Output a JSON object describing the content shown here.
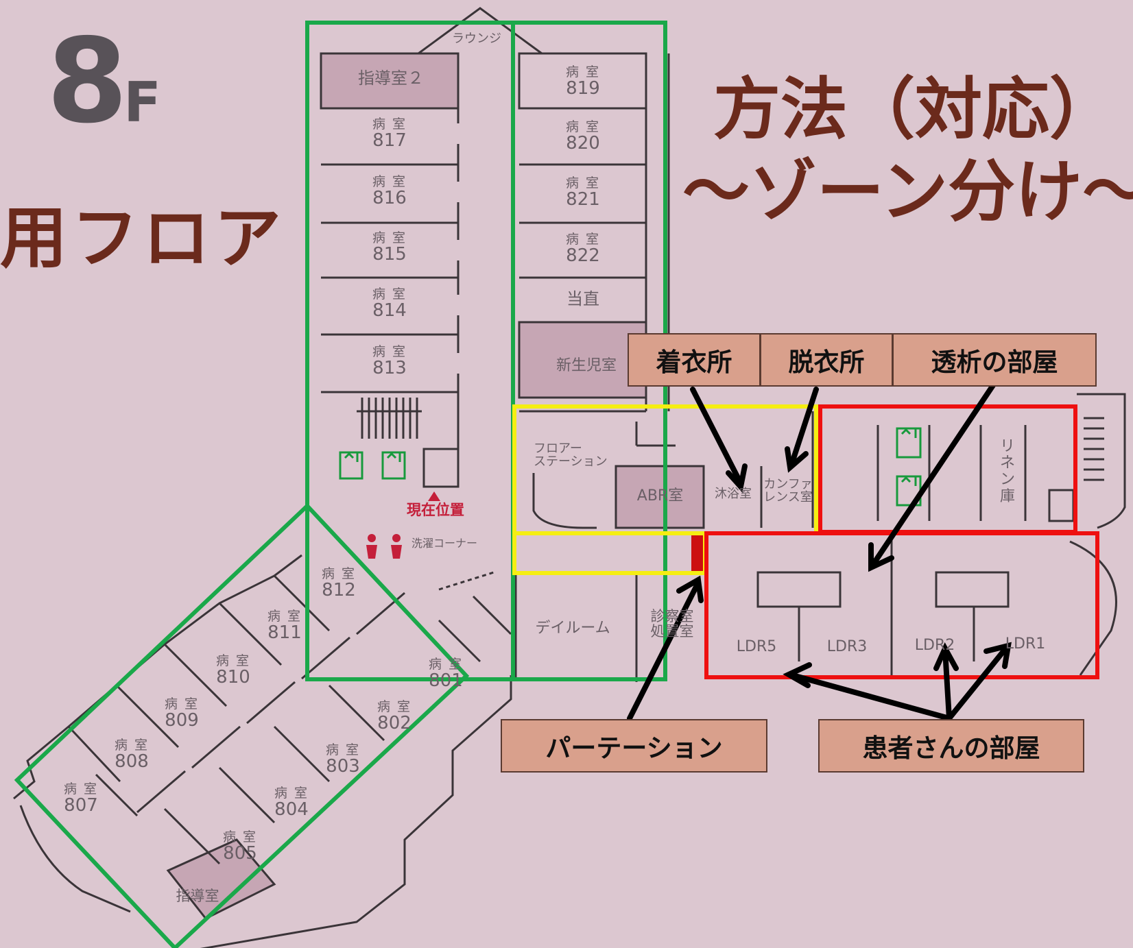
{
  "floor": {
    "number": "8",
    "suffix": "F",
    "subtitle": "用フロア"
  },
  "title": {
    "line1": "方法（対応）",
    "line2": "～ゾーン分け～"
  },
  "rooms": {
    "lounge": "ラウンジ",
    "guide2": "指導室２",
    "guide1": "指導室",
    "ward_word": "病 室",
    "r819": "819",
    "r820": "820",
    "r821": "821",
    "r822": "822",
    "r817": "817",
    "r816": "816",
    "r815": "815",
    "r814": "814",
    "r813": "813",
    "r812": "812",
    "r811": "811",
    "r810": "810",
    "r809": "809",
    "r808": "808",
    "r807": "807",
    "r805": "805",
    "r804": "804",
    "r803": "803",
    "r802": "802",
    "r801": "801",
    "duty": "当直",
    "newborn": "新生児室",
    "station": "フロアー\nステーション",
    "abr": "ABR室",
    "bath": "沐浴室",
    "conference": "カンファ\nレンス室",
    "linen": "リネン庫",
    "here": "現在位置",
    "laundry": "洗濯コーナー",
    "dayroom": "デイルーム",
    "exam": "診察室\n処置室",
    "ldr5": "LDR5",
    "ldr3": "LDR3",
    "ldr2": "LDR2",
    "ldr1": "LDR1"
  },
  "tags": {
    "dressing": "着衣所",
    "undressing": "脱衣所",
    "dialysis": "透析の部屋",
    "partition": "パーテーション",
    "patients": "患者さんの部屋"
  },
  "colors": {
    "zone_green": "#1aa84a",
    "zone_yellow": "#f5ee12",
    "zone_red": "#ee1010",
    "title_color": "#6b2a1c",
    "tag_fill": "#d9a08c"
  }
}
